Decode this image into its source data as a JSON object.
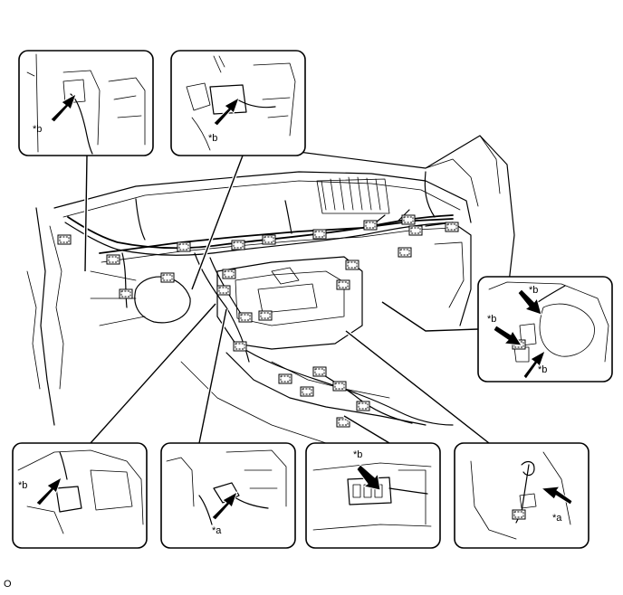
{
  "callouts": {
    "b": "*b",
    "a": "*a"
  },
  "figure_id": "O",
  "colors": {
    "line": "#000000",
    "background": "#ffffff"
  }
}
